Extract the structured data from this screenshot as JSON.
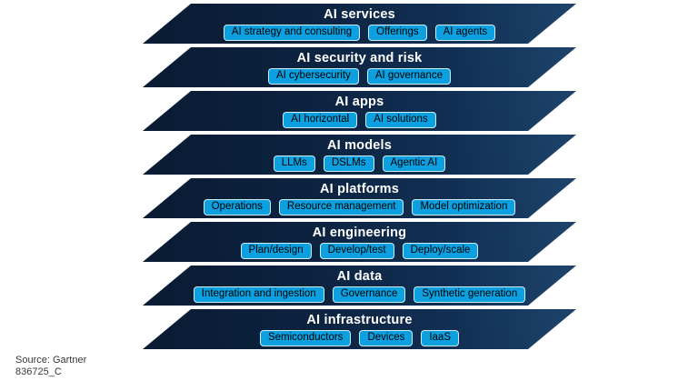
{
  "layers": [
    {
      "title": "AI services",
      "chips": [
        "AI strategy and consulting",
        "Offerings",
        "AI agents"
      ]
    },
    {
      "title": "AI security and risk",
      "chips": [
        "AI cybersecurity",
        "AI governance"
      ]
    },
    {
      "title": "AI apps",
      "chips": [
        "AI horizontal",
        "AI solutions"
      ]
    },
    {
      "title": "AI models",
      "chips": [
        "LLMs",
        "DSLMs",
        "Agentic AI"
      ]
    },
    {
      "title": "AI platforms",
      "chips": [
        "Operations",
        "Resource management",
        "Model optimization"
      ]
    },
    {
      "title": "AI engineering",
      "chips": [
        "Plan/design",
        "Develop/test",
        "Deploy/scale"
      ]
    },
    {
      "title": "AI data",
      "chips": [
        "Integration and ingestion",
        "Governance",
        "Synthetic generation"
      ]
    },
    {
      "title": "AI infrastructure",
      "chips": [
        "Semiconductors",
        "Devices",
        "IaaS"
      ]
    }
  ],
  "source": {
    "line1": "Source: Gartner",
    "line2": "836725_C"
  },
  "colors": {
    "band_dark": "#0a1b33",
    "band_light": "#1e436b",
    "chip_fill": "#0da0e0",
    "chip_text": "#000000",
    "title_text": "#ffffff",
    "source_text": "#383838"
  }
}
